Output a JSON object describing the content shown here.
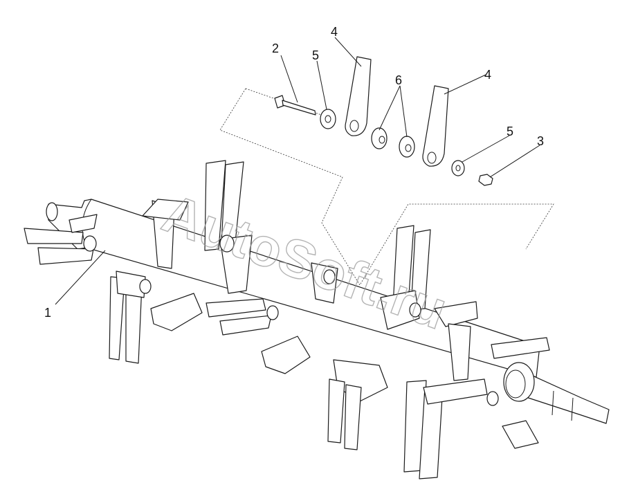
{
  "callouts": {
    "c1": "1",
    "c2": "2",
    "c3": "3",
    "c4a": "4",
    "c4b": "4",
    "c5a": "5",
    "c5b": "5",
    "c6": "6"
  },
  "watermark": "AutoSoft.ru",
  "colors": {
    "line": "#1a1a1a",
    "watermark": "#9a9a9a"
  }
}
